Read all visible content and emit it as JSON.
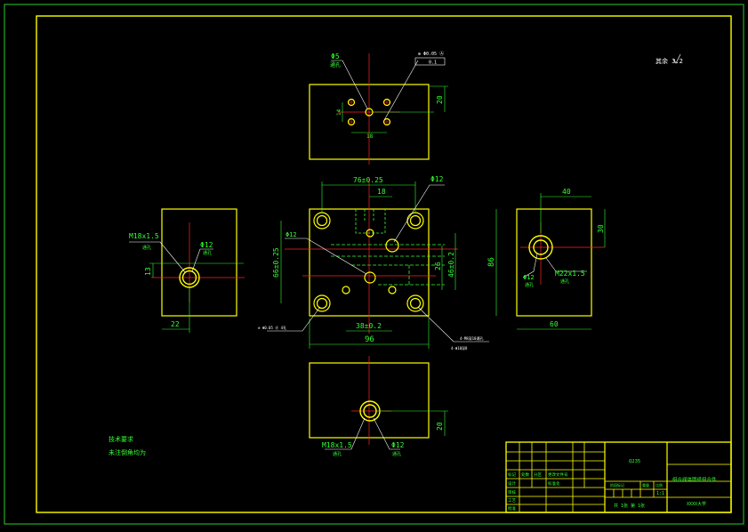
{
  "colors": {
    "background": "#000000",
    "border": "#ffff00",
    "dimension": "#33ff33",
    "centerline": "#ff2222",
    "hidden": "#33ff33",
    "part": "#ffff00",
    "hole": "#ffff00",
    "annotation": "#ffffff"
  },
  "top_view": {
    "label_hole": "Φ5",
    "label_hole_note": "通孔",
    "label_tolerance": "⊕ Φ0.05 Ⓐ",
    "label_tol_value": "0.1",
    "dim_right": "20",
    "dim_left": "14",
    "dim_bottom": "18"
  },
  "front_view": {
    "dim_top_width": "76±0.25",
    "dim_top_inner": "18",
    "dim_bottom_width": "38±0.2",
    "dim_overall_width": "96",
    "dim_left_height": "66±0.25",
    "dim_right_height": "46±0.2",
    "dim_right_inner": "26",
    "label_hole_left": "Φ12",
    "label_hole_top_right": "Φ12",
    "label_note_left": "⊕ Φ0.05 Ⓐ 4孔",
    "label_note_right": "4-M8深10通孔",
    "label_note_right2": "4-Φ10深8"
  },
  "left_view": {
    "label_thread": "M18x1.5",
    "label_thread_note": "通孔",
    "label_hole": "Φ12",
    "label_hole_note": "通孔",
    "dim_height": "13",
    "dim_bottom": "22"
  },
  "right_view": {
    "dim_top": "40",
    "dim_left": "86",
    "dim_right": "30",
    "dim_bottom": "60",
    "label_hole": "Φ12",
    "label_hole_note": "通孔",
    "label_thread": "M22x1.5",
    "label_thread_note": "通孔"
  },
  "bottom_view": {
    "label_thread": "M18x1.5",
    "label_thread_note": "通孔",
    "label_hole": "Φ12",
    "label_hole_note": "通孔",
    "dim_right": "20"
  },
  "notes": {
    "title": "技术要求",
    "line1": "未注倒角均为"
  },
  "roughness": "其余 3.2",
  "title_block": {
    "material": "Q235",
    "part_name": "组合阀体图纸组合件",
    "company": "XXXX大学",
    "scale": "1:1",
    "sheets": "共 1张  第 1张",
    "row_labels": [
      "标记",
      "处数",
      "分区",
      "更改文件号",
      "设计",
      "审核",
      "工艺",
      "标准化",
      "批准"
    ],
    "small_labels": [
      "阶段标记",
      "重量",
      "比例"
    ]
  }
}
